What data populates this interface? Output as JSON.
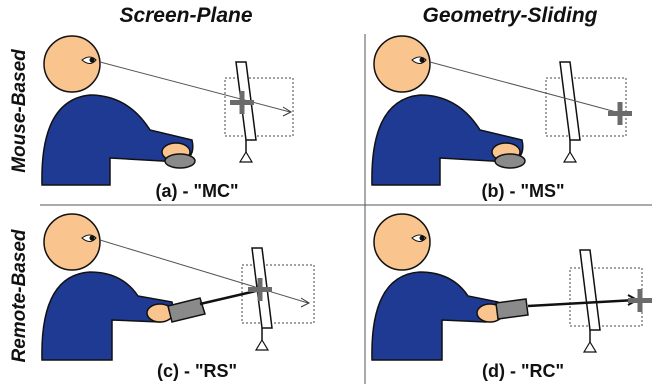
{
  "columns": [
    "Screen-Plane",
    "Geometry-Sliding"
  ],
  "rows": [
    "Mouse-Based",
    "Remote-Based"
  ],
  "panels": [
    {
      "caption": "(a) - \"MC\""
    },
    {
      "caption": "(b) - \"MS\""
    },
    {
      "caption": "(c) - \"RS\""
    },
    {
      "caption": "(d) - \"RC\""
    }
  ],
  "colors": {
    "skin": "#f9c48e",
    "shirt": "#1f3a93",
    "device": "#8a8a8a",
    "cursor": "#6b6b6b",
    "ray": "#111111"
  }
}
